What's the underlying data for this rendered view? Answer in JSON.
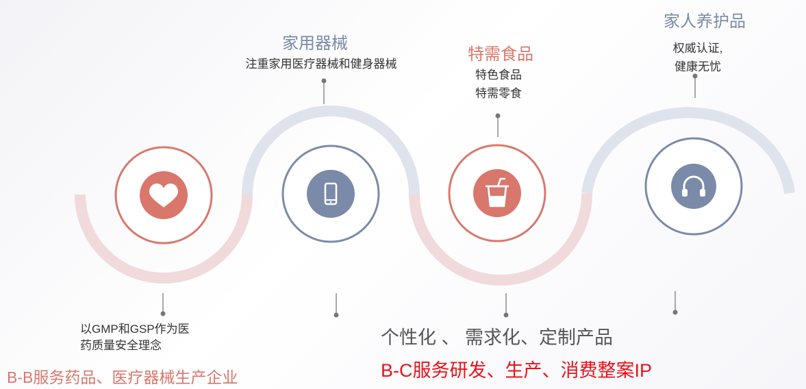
{
  "colors": {
    "red": "#d9776c",
    "blue": "#7a8aa8",
    "pink_arc": "#f1dadc",
    "blue_arc": "#dfe3ec",
    "accent_red": "#e8121a",
    "text_gray": "#555555"
  },
  "items": [
    {
      "title": "",
      "desc": "",
      "icon": "heart-icon",
      "bottom_desc": [
        "以GMP和GSP作为医",
        "药质量安全理念"
      ]
    },
    {
      "title": "家用器械",
      "desc": [
        "注重家用医疗器械和健身器械"
      ],
      "icon": "smartphone-icon"
    },
    {
      "title": "特需食品",
      "desc": [
        "特色食品",
        "特需零食"
      ],
      "icon": "drink-cup-icon"
    },
    {
      "title": "家人养护品",
      "desc": [
        "权威认证,",
        "健康无忧"
      ],
      "icon": "headphones-icon"
    }
  ],
  "footer": {
    "left_caption": "B-B服务药品、医疗器械生产企业",
    "right_tagline": "个性化 、 需求化、定制产品",
    "right_caption": "B-C服务研发、生产、消费整案IP"
  }
}
